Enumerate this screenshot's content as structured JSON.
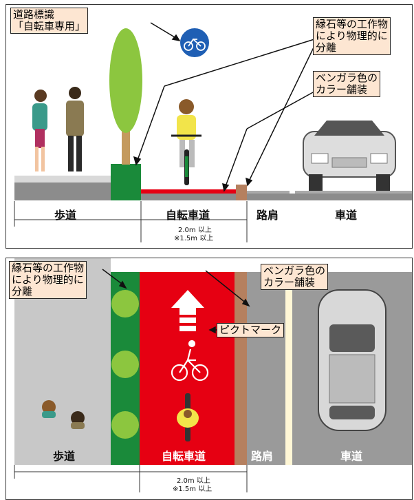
{
  "top": {
    "callout_sign": "道路標識\n「自転車専用」",
    "callout_curb": "縁石等の工作物\nにより物理的に\n分離",
    "callout_color": "ベンガラ色の\nカラー舗装",
    "labels": {
      "sidewalk": "歩道",
      "bike_lane": "自転車道",
      "shoulder": "路肩",
      "roadway": "車道"
    },
    "width_line1": "2.0m 以上",
    "width_line2": "※1.5m 以上"
  },
  "bottom": {
    "callout_curb": "縁石等の工作物\nにより物理的に\n分離",
    "callout_color": "ベンガラ色の\nカラー舗装",
    "callout_picto": "ピクトマーク",
    "labels": {
      "sidewalk": "歩道",
      "bike_lane": "自転車道",
      "shoulder": "路肩",
      "roadway": "車道"
    },
    "width_line1": "2.0m 以上",
    "width_line2": "※1.5m 以上"
  },
  "colors": {
    "bike_lane": "#e60012",
    "curb_green": "#1a8a3a",
    "bengara": "#b5805f",
    "road": "#9a9a9a",
    "sidewalk": "#c8c8c8",
    "sign_blue": "#1f5fb4",
    "callout_bg": "#fde6d2"
  }
}
